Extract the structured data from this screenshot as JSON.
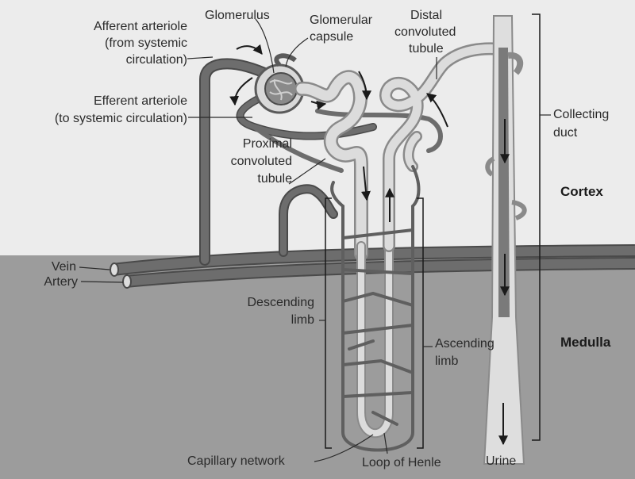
{
  "labels": {
    "glomerulus": "Glomerulus",
    "glomerular_capsule_1": "Glomerular",
    "glomerular_capsule_2": "capsule",
    "distal_1": "Distal",
    "distal_2": "convoluted",
    "distal_3": "tubule",
    "afferent_1": "Afferent arteriole",
    "afferent_2": "(from systemic",
    "afferent_3": "circulation)",
    "efferent_1": "Efferent arteriole",
    "efferent_2": "(to systemic circulation)",
    "collecting_1": "Collecting",
    "collecting_2": "duct",
    "proximal_1": "Proximal",
    "proximal_2": "convoluted",
    "proximal_3": "tubule",
    "cortex": "Cortex",
    "vein": "Vein",
    "artery": "Artery",
    "descending_1": "Descending",
    "descending_2": "limb",
    "ascending_1": "Ascending",
    "ascending_2": "limb",
    "medulla": "Medulla",
    "capillary_network": "Capillary network",
    "loop_of_henle": "Loop of Henle",
    "urine": "Urine"
  },
  "colors": {
    "cortex_bg": "#ececec",
    "medulla_bg": "#9c9c9c",
    "vessel": "#6d6d6d",
    "vessel_dark": "#4a4a4a",
    "tubule": "#dcdcdc",
    "tubule_edge": "#8a8a8a",
    "text": "#2a2a2a"
  }
}
